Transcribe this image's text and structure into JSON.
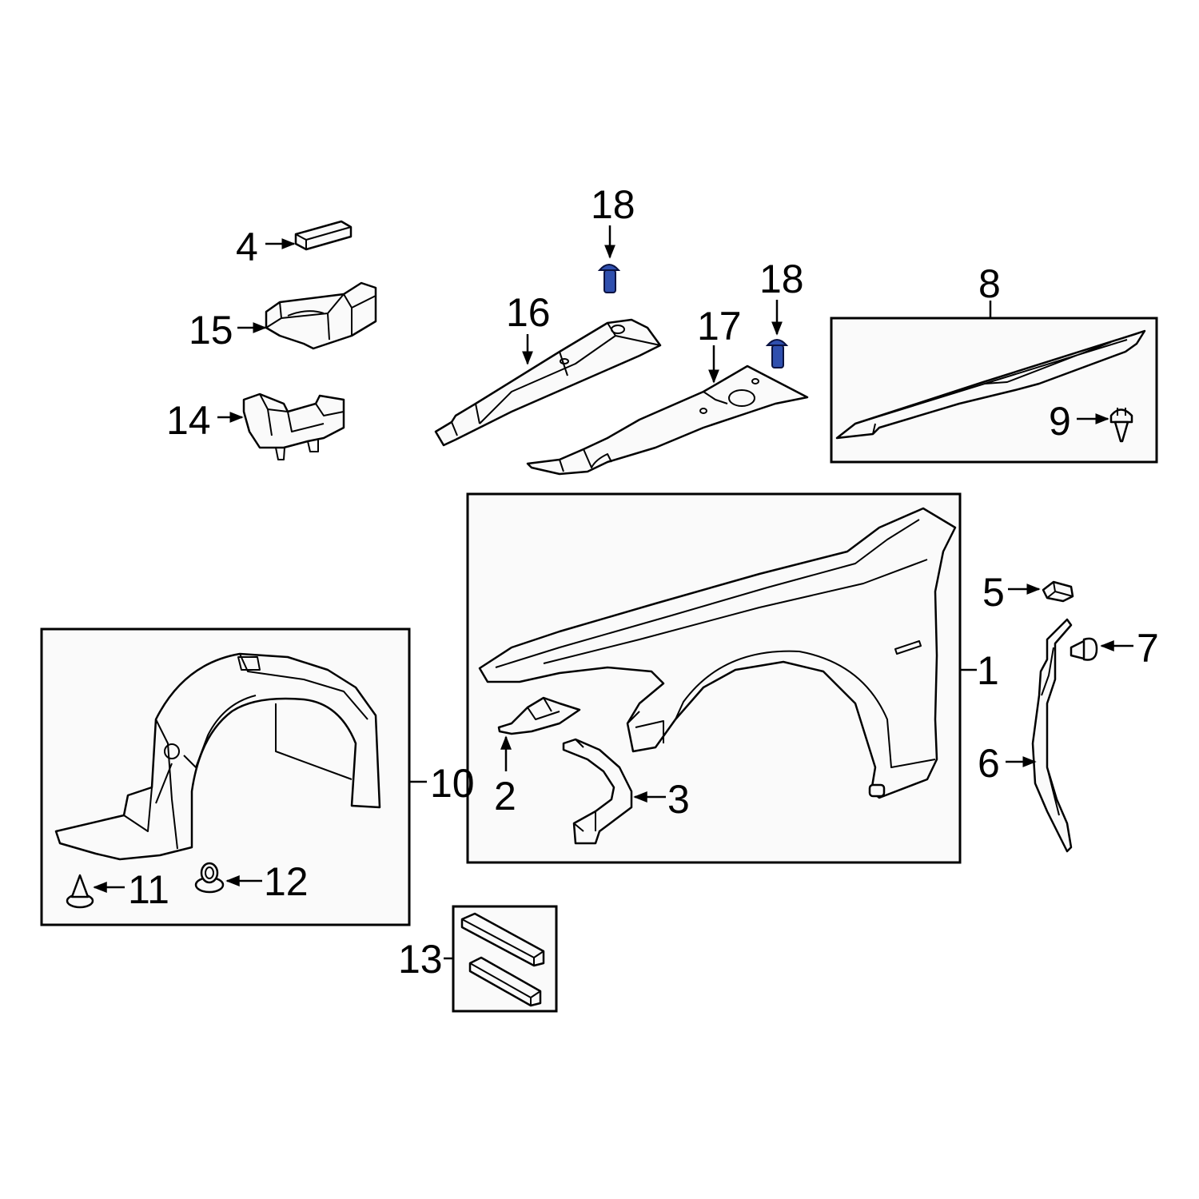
{
  "callouts": {
    "c1": "1",
    "c2": "2",
    "c3": "3",
    "c4": "4",
    "c5": "5",
    "c6": "6",
    "c7": "7",
    "c8": "8",
    "c9": "9",
    "c10": "10",
    "c11": "11",
    "c12": "12",
    "c13": "13",
    "c14": "14",
    "c15": "15",
    "c16": "16",
    "c17": "17",
    "c18a": "18",
    "c18b": "18"
  },
  "colors": {
    "highlight_part": "#2f4fae",
    "line": "#000000",
    "box_fill": "#fafafa"
  }
}
